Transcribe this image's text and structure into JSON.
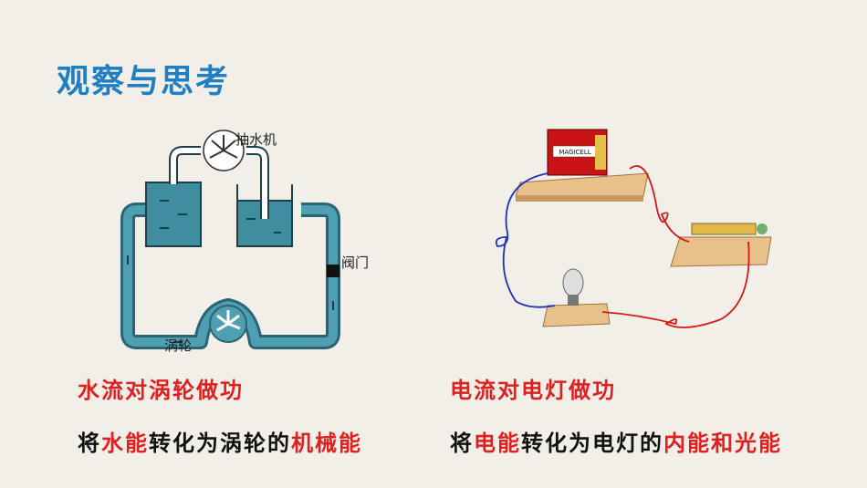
{
  "title": "观察与思考",
  "water_diagram": {
    "pump_label": "抽水机",
    "valve_label": "阀门",
    "turbine_label": "涡轮"
  },
  "circuit_diagram": {
    "battery_label": "MAGICELL"
  },
  "left": {
    "heading": "水流对涡轮做功",
    "sentence": {
      "p1": "将",
      "p2": "水能",
      "p3": "转化为涡轮的",
      "p4": "机械能"
    }
  },
  "right": {
    "heading": "电流对电灯做功",
    "sentence": {
      "p1": "将",
      "p2": "电能",
      "p3": "转化为电灯的",
      "p4": "内能和光能"
    }
  },
  "colors": {
    "title": "#1f7fc4",
    "highlight": "#e02020",
    "water": "#3f8ea0",
    "pipe": "#2f6f80"
  }
}
